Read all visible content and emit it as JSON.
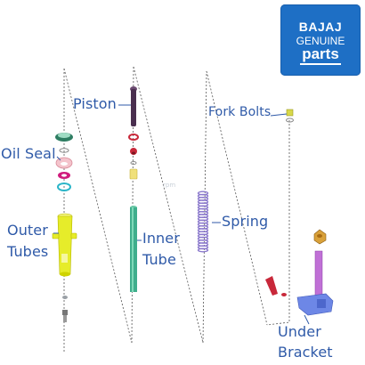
{
  "logo": {
    "line1": "BAJAJ",
    "line2": "GENUINE",
    "line3": "parts",
    "color": "#1e6fc5"
  },
  "watermark": "rpm",
  "labels": {
    "piston": "Piston",
    "fork_bolts": "Fork Bolts",
    "oil_seal": "Oil Seal",
    "spring": "Spring",
    "outer_tubes_1": "Outer",
    "outer_tubes_2": "Tubes",
    "inner_tube_1": "Inner",
    "inner_tube_2": "Tube",
    "under_bracket_1": "Under",
    "under_bracket_2": "Bracket"
  },
  "colors": {
    "label_text": "#2f5aa8",
    "outer_tube": "#e6ec2a",
    "inner_tube": "#3fae8c",
    "spring": "#8a78cc",
    "under_bracket": "#6d87e6",
    "bracket_stem": "#c070d6",
    "piston_rod": "#4a2f4f",
    "red_parts": "#c8283a"
  }
}
